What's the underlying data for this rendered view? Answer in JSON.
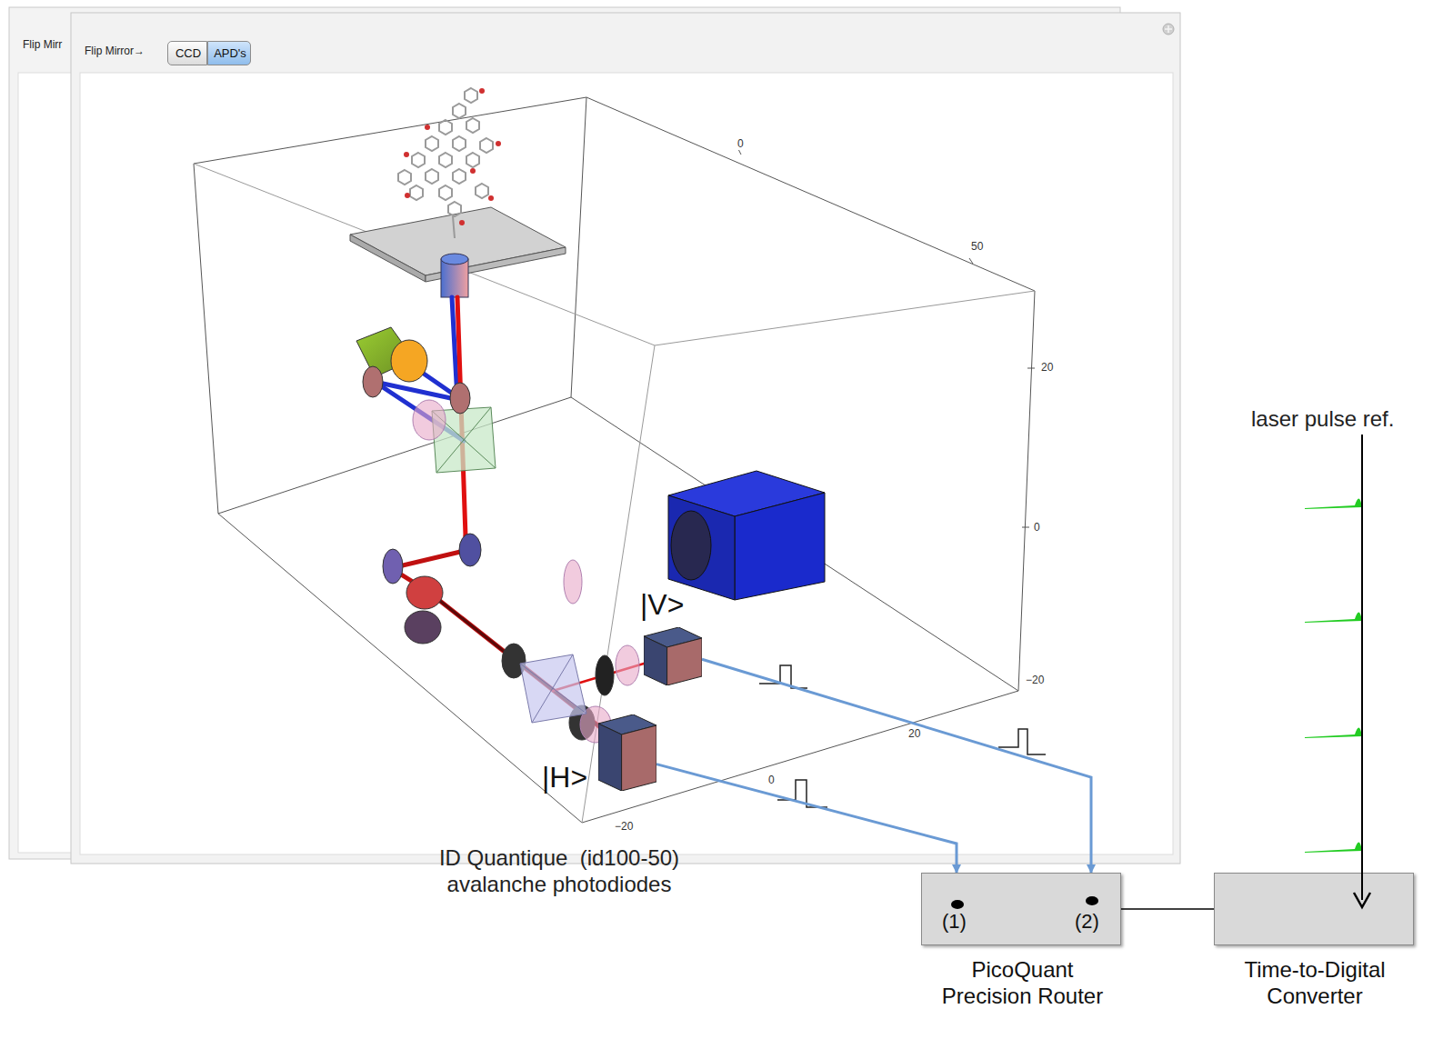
{
  "diagram": {
    "nodes": [
      {
        "text": [
          "(1)",
          "(2)",
          "PicoQuant Precision Router"
        ]
      },
      {
        "text": [
          "Time-to-Digital Converter"
        ]
      },
      {
        "text": [
          "|V>"
        ]
      },
      {
        "text": [
          "|H>"
        ]
      },
      {
        "text": [
          "CCD"
        ]
      },
      {
        "text": [
          "APD's"
        ]
      }
    ],
    "edges": [
      {
        "from": 2,
        "to": 0,
        "arrow": "to"
      },
      {
        "from": 3,
        "to": 0,
        "arrow": "to"
      },
      {
        "from": 0,
        "to": 1,
        "arrow": "none"
      }
    ],
    "labels": [
      "Flip Mirr",
      "Flip Mirror→",
      "0",
      "50",
      "20",
      "0",
      "−20",
      "20",
      "0",
      "−20",
      "ID Quantique  (id100-50) avalanche photodiodes",
      "laser pulse ref."
    ]
  }
}
